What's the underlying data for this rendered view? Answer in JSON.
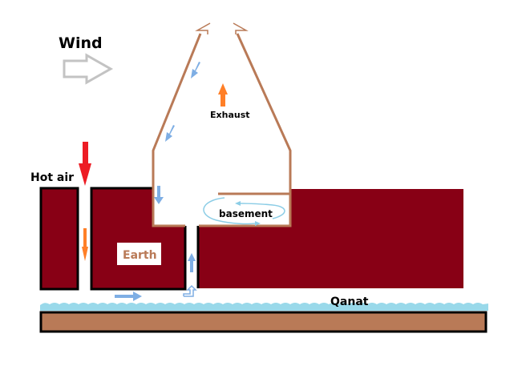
{
  "diagram": {
    "labels": {
      "wind": "Wind",
      "exhaust": "Exhaust",
      "hot_air": "Hot air",
      "earth": "Earth",
      "basement": "basement",
      "qanat": "Qanat"
    },
    "colors": {
      "earth_block": "#880015",
      "block_outline": "#000000",
      "tower_wall": "#b97a57",
      "ground_layer": "#b97a57",
      "water": "#99d9ea",
      "cool_air_arrow": "#7eaee4",
      "hot_air_arrow": "#ed1c24",
      "warm_air_arrow": "#ff7f27",
      "exhaust_arrow": "#ff7f27",
      "wind_arrow": "#c3c3c3",
      "basement_circulation": "#8ccde6",
      "earth_label_text": "#b97a57",
      "text": "#000000"
    }
  }
}
